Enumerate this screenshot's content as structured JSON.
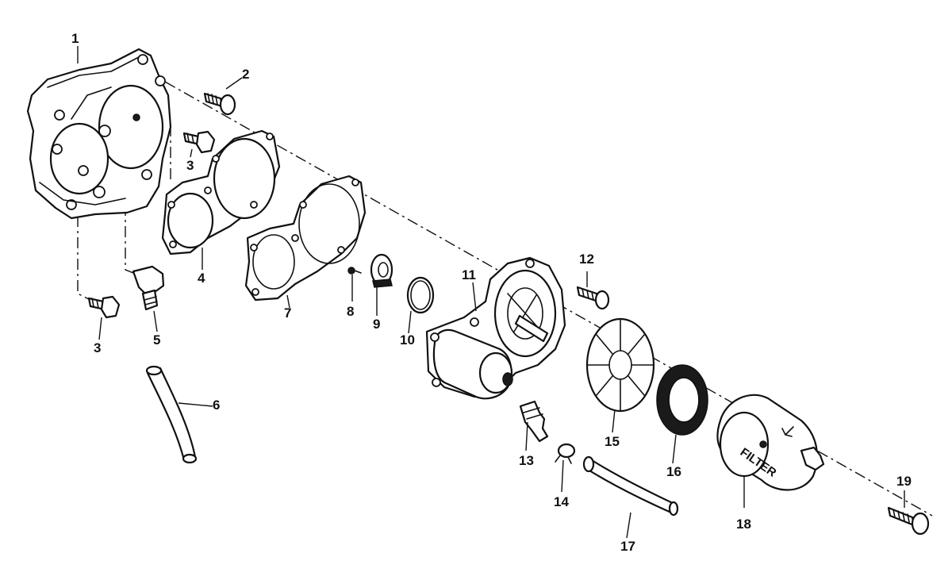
{
  "diagram": {
    "callouts": [
      "1",
      "2",
      "3",
      "3",
      "4",
      "5",
      "3",
      "6",
      "7",
      "8",
      "9",
      "10",
      "11",
      "12",
      "13",
      "14",
      "15",
      "16",
      "17",
      "18",
      "19"
    ],
    "filter_text": "FILTER"
  }
}
